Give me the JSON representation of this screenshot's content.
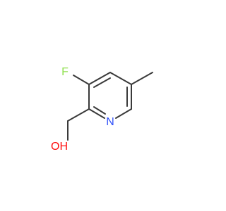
{
  "molecule": {
    "atoms": {
      "fluorine": {
        "symbol": "F",
        "color": "#90E050"
      },
      "nitrogen": {
        "symbol": "N",
        "color": "#3050F8"
      },
      "hydroxyl": {
        "symbol": "OH",
        "color": "#FF0D0D"
      }
    },
    "bond_color": "#3a3a3a"
  }
}
